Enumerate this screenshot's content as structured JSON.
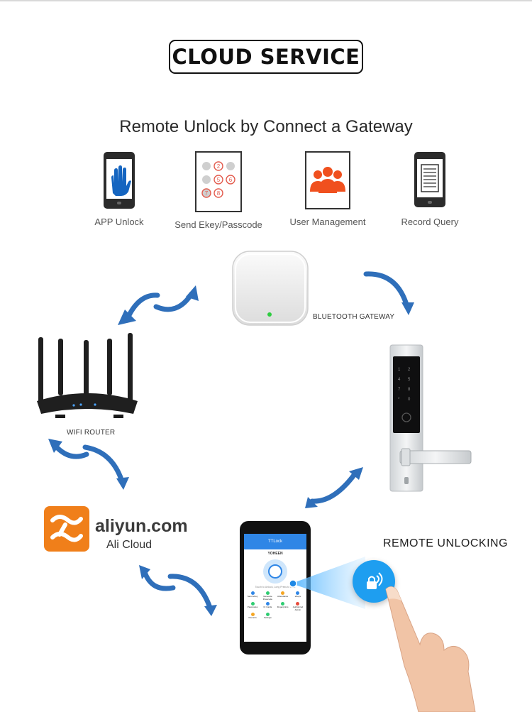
{
  "title": "CLOUD SERVICE",
  "subtitle": "Remote Unlock by Connect a Gateway",
  "features": [
    {
      "label": "APP Unlock",
      "icon": "hand-phone-icon"
    },
    {
      "label": "Send Ekey/Passcode",
      "icon": "keypad-icon"
    },
    {
      "label": "User Management",
      "icon": "users-icon"
    },
    {
      "label": "Record Query",
      "icon": "record-phone-icon"
    }
  ],
  "gateway_label": "BLUETOOTH GATEWAY",
  "router_label": "WIFI ROUTER",
  "aliyun": {
    "brand": "aliyun.com",
    "name": "Ali Cloud",
    "color": "#f07f1a"
  },
  "remote_label": "REMOTE UNLOCKING",
  "phone": {
    "app_title": "TTLock",
    "lock_name": "YOHEEN",
    "hint": "Touch to Unlock, Long Press to Lock",
    "menu": [
      "Send eKey",
      "Generate Passcode",
      "Attendance",
      "eKeys",
      "Passcodes",
      "IC Cards",
      "Fingerprints",
      "Authorized Admin",
      "Records",
      "Settings"
    ]
  },
  "colors": {
    "arrow": "#2f6fba",
    "accent_blue": "#1e88e5",
    "orange": "#f0501e"
  }
}
